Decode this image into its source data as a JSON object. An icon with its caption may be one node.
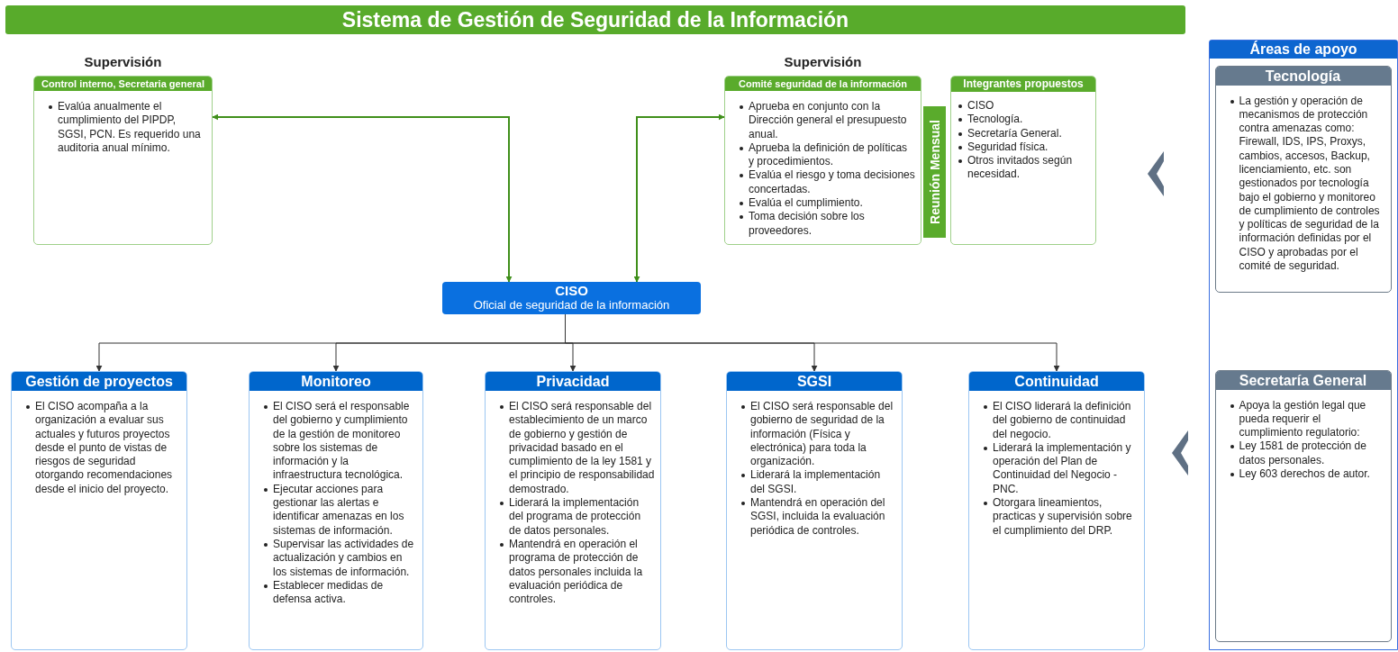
{
  "diagram": {
    "title": "Sistema de Gestión de Seguridad de la Información",
    "nodes": [
      {
        "text": [
          "Supervisión",
          "Control interno, Secretaria general",
          "Evalúa anualmente el cumplimiento del PIPDP, SGSI, PCN. Es requerido una auditoria anual mínimo."
        ]
      },
      {
        "text": [
          "Supervisión",
          "Comité seguridad de la información",
          "Aprueba en conjunto con la Dirección general el presupuesto anual.",
          "Aprueba la definición de políticas y procedimientos.",
          "Evalúa el riesgo y toma decisiones concertadas.",
          "Evalúa el cumplimiento.",
          "Toma decisión sobre los proveedores."
        ]
      },
      {
        "text": [
          "Reunión Mensual"
        ]
      },
      {
        "text": [
          "Integrantes propuestos",
          "CISO",
          "Tecnología.",
          "Secretaría General.",
          "Seguridad física.",
          "Otros invitados según necesidad."
        ]
      },
      {
        "text": [
          "CISO",
          "Oficial de seguridad de la información"
        ]
      },
      {
        "text": [
          "Gestión de proyectos",
          "El CISO acompaña a la organización a evaluar sus actuales y futuros proyectos desde el punto de vistas de riesgos de seguridad otorgando recomendaciones desde el inicio del proyecto."
        ]
      },
      {
        "text": [
          "Monitoreo",
          "El CISO será el responsable del gobierno y cumplimiento de la gestión de monitoreo sobre los sistemas de información y la infraestructura tecnológica.",
          "Ejecutar acciones para gestionar las alertas e identificar amenazas en los sistemas de información.",
          "Supervisar las actividades de actualización y cambios en los sistemas de información.",
          "Establecer medidas de defensa activa."
        ]
      },
      {
        "text": [
          "Privacidad",
          "El CISO será responsable del establecimiento de un marco de gobierno y gestión de privacidad basado en el cumplimiento de la ley 1581 y el principio de responsabilidad demostrado.",
          "Liderará la implementación del programa de protección de datos personales.",
          "Mantendrá en operación el programa de protección de datos personales incluida la evaluación periódica de controles."
        ]
      },
      {
        "text": [
          "SGSI",
          "El CISO será responsable del gobierno de seguridad de la información (Física y electrónica) para toda la organización.",
          "Liderará la implementación del SGSI.",
          "Mantendrá en operación del SGSI, incluida la evaluación periódica de controles."
        ]
      },
      {
        "text": [
          "Continuidad",
          "El CISO liderará la definición del gobierno de continuidad del negocio.",
          "Liderará la implementación y operación del Plan de Continuidad del Negocio - PNC.",
          "Otorgara lineamientos, practicas y supervisión sobre el cumplimiento del DRP."
        ]
      },
      {
        "text": [
          "Áreas de apoyo"
        ]
      },
      {
        "text": [
          "Tecnología",
          "La gestión y operación de mecanismos de protección contra amenazas como: Firewall, IDS, IPS, Proxys, cambios, accesos, Backup, licenciamiento, etc. son gestionados por tecnología bajo el gobierno y monitoreo de cumplimiento de controles y políticas de seguridad de la información definidas por el CISO y aprobadas por el comité de seguridad."
        ],
        "in": 10
      },
      {
        "text": [
          "Secretaría General",
          "Apoya la gestión legal que pueda requerir el cumplimiento regulatorio:",
          "Ley 1581 de protección de datos personales.",
          "Ley 603 derechos de autor."
        ],
        "in": 10
      }
    ],
    "edges": [
      {
        "from": 4,
        "to": 0,
        "arrow": "both",
        "color": "#3f8f1a"
      },
      {
        "from": 4,
        "to": 1,
        "arrow": "both",
        "color": "#3f8f1a"
      },
      {
        "from": 4,
        "to": 5,
        "arrow": "to"
      },
      {
        "from": 4,
        "to": 6,
        "arrow": "to"
      },
      {
        "from": 4,
        "to": 7,
        "arrow": "to"
      },
      {
        "from": 4,
        "to": 8,
        "arrow": "to"
      },
      {
        "from": 4,
        "to": 9,
        "arrow": "to"
      },
      {
        "from": 11,
        "to": 3,
        "arrow": "to",
        "style": "thick",
        "color": "#5f7084"
      },
      {
        "from": 12,
        "to": 9,
        "arrow": "to",
        "style": "thick",
        "color": "#5f7084"
      }
    ]
  }
}
